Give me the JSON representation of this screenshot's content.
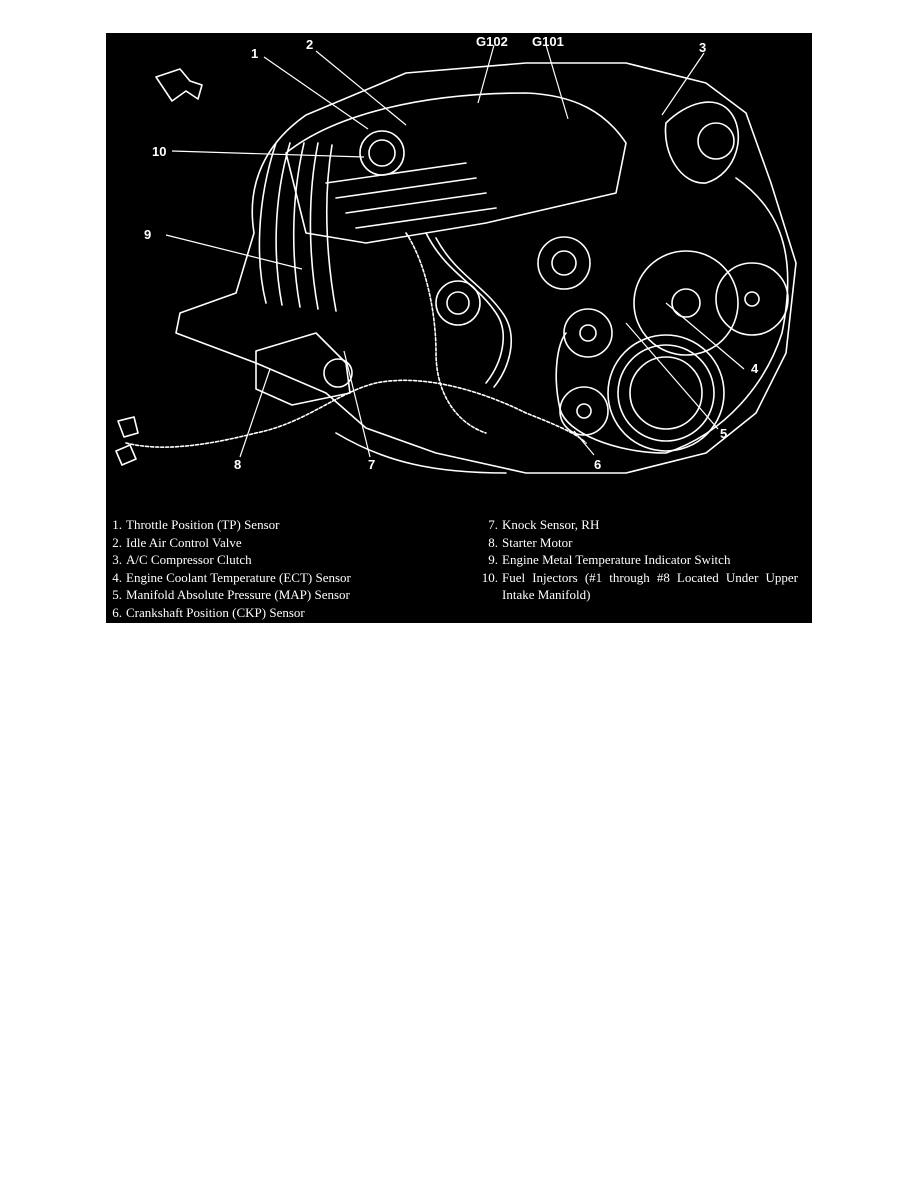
{
  "figure": {
    "callouts": [
      "1",
      "2",
      "3",
      "4",
      "5",
      "6",
      "7",
      "8",
      "9",
      "10",
      "G102",
      "G101"
    ],
    "legend": [
      {
        "num": "1.",
        "text": "Throttle Position (TP) Sensor"
      },
      {
        "num": "2.",
        "text": "Idle Air Control Valve"
      },
      {
        "num": "3.",
        "text": "A/C Compressor Clutch"
      },
      {
        "num": "4.",
        "text": "Engine Coolant Temperature (ECT) Sensor"
      },
      {
        "num": "5.",
        "text": "Manifold Absolute Pressure (MAP) Sensor"
      },
      {
        "num": "6.",
        "text": "Crankshaft Position (CKP) Sensor"
      },
      {
        "num": "7.",
        "text": "Knock Sensor, RH"
      },
      {
        "num": "8.",
        "text": "Starter Motor"
      },
      {
        "num": "9.",
        "text": "Engine Metal Temperature Indicator Switch"
      },
      {
        "num": "10.",
        "text": "Fuel Injectors (#1 through #8 Located Under Upper Intake Manifold)"
      }
    ]
  }
}
